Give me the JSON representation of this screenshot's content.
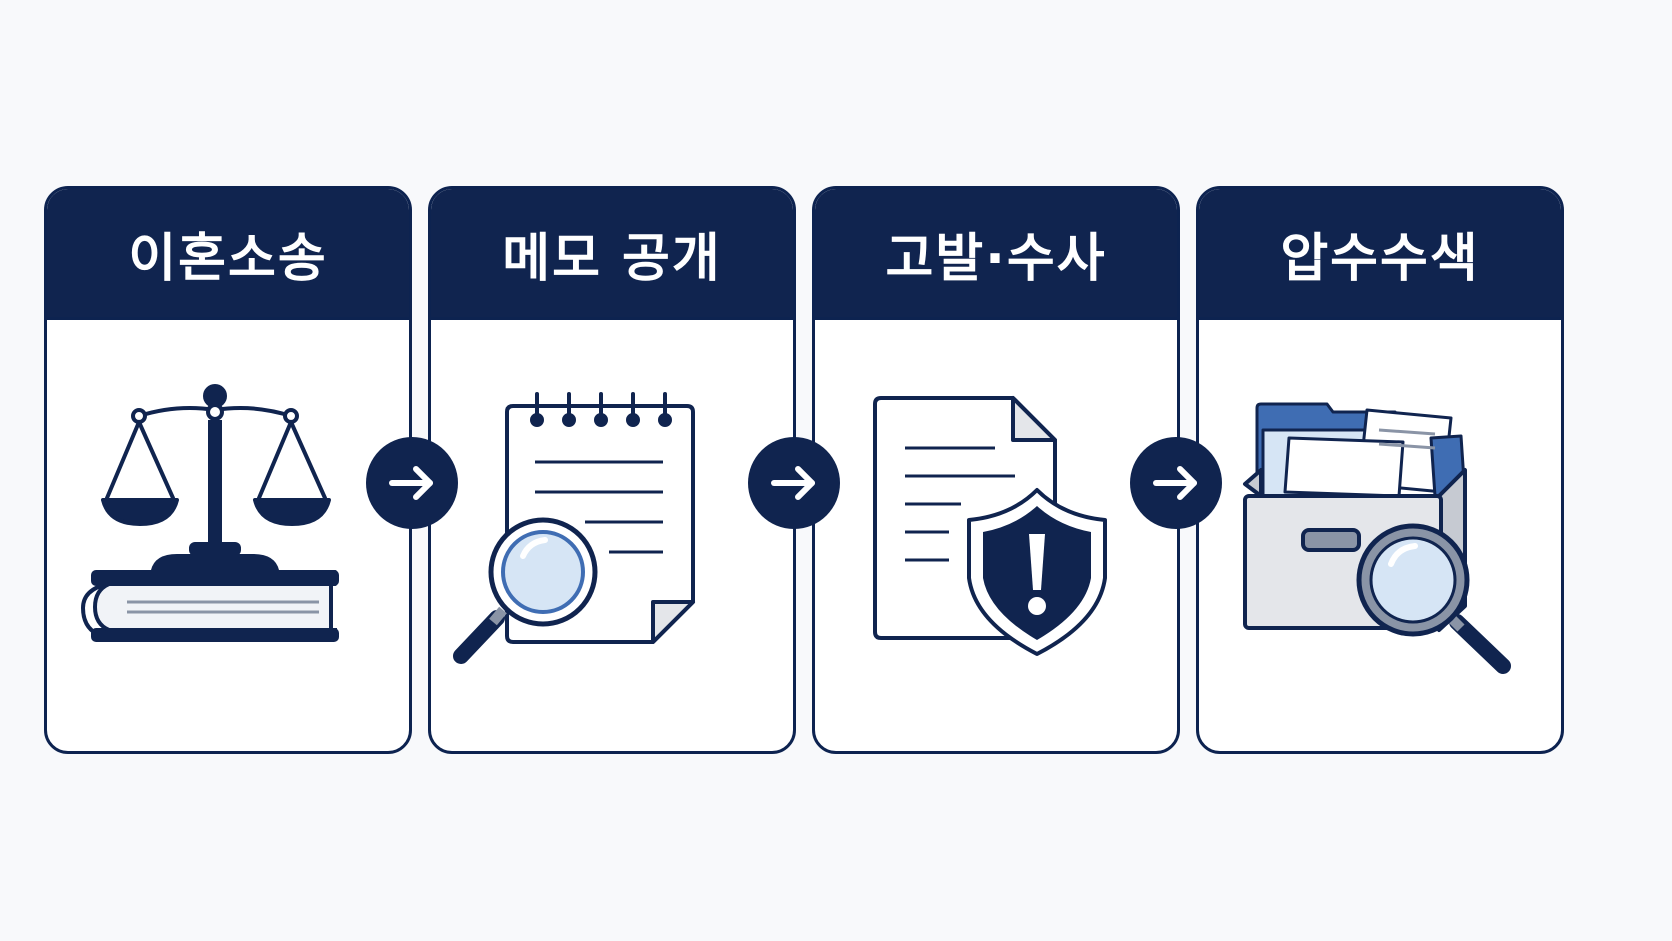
{
  "colors": {
    "navy": "#10244f",
    "page_background": "#f8f9fb",
    "light_blue": "#d6e5f5",
    "mid_blue": "#3f6db3",
    "light_gray": "#e4e6ea"
  },
  "steps": [
    {
      "label": "이혼소송",
      "icon": "scales-of-justice-on-book-icon"
    },
    {
      "label": "메모 공개",
      "icon": "notepad-with-magnifier-icon"
    },
    {
      "label": "고발·수사",
      "icon": "document-with-warning-shield-icon"
    },
    {
      "label": "압수수색",
      "icon": "evidence-box-with-magnifier-icon"
    }
  ],
  "connectors": [
    {
      "icon": "arrow-right-icon"
    },
    {
      "icon": "arrow-right-icon"
    },
    {
      "icon": "arrow-right-icon"
    }
  ]
}
